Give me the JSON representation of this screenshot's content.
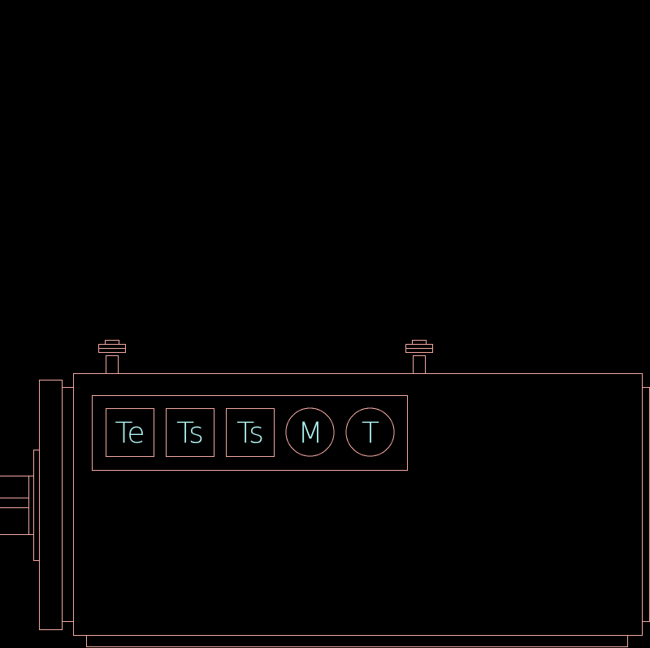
{
  "colors": {
    "background": "#000000",
    "outline": "#f2a7a0",
    "label": "#aef0f0"
  },
  "panel": {
    "instruments": [
      {
        "label": "Te",
        "shape": "square"
      },
      {
        "label": "Ts",
        "shape": "square"
      },
      {
        "label": "Ts",
        "shape": "square"
      },
      {
        "label": "M",
        "shape": "circle"
      },
      {
        "label": "T",
        "shape": "circle"
      }
    ]
  }
}
